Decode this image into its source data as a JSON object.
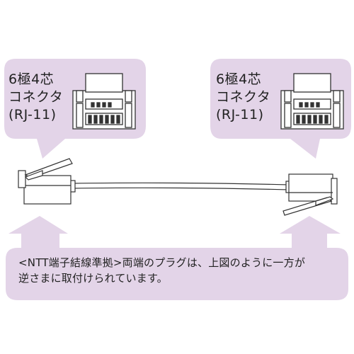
{
  "colors": {
    "bubble_fill": "#e3d4e8",
    "cable_fill": "#ffffff",
    "plug_fill": "#ffffff",
    "line": "#333333"
  },
  "left_callout": {
    "lines": [
      "6極4芯",
      "コネクタ",
      "(RJ-11)"
    ],
    "icon": "rj11-connector-icon"
  },
  "right_callout": {
    "lines": [
      "6極4芯",
      "コネクタ",
      "(RJ-11)"
    ],
    "icon": "rj11-connector-icon"
  },
  "note": {
    "lines": [
      "<NTT端子結線準拠>両端のプラグは、上図のように一方が",
      "逆さまに取付けられています。"
    ]
  }
}
